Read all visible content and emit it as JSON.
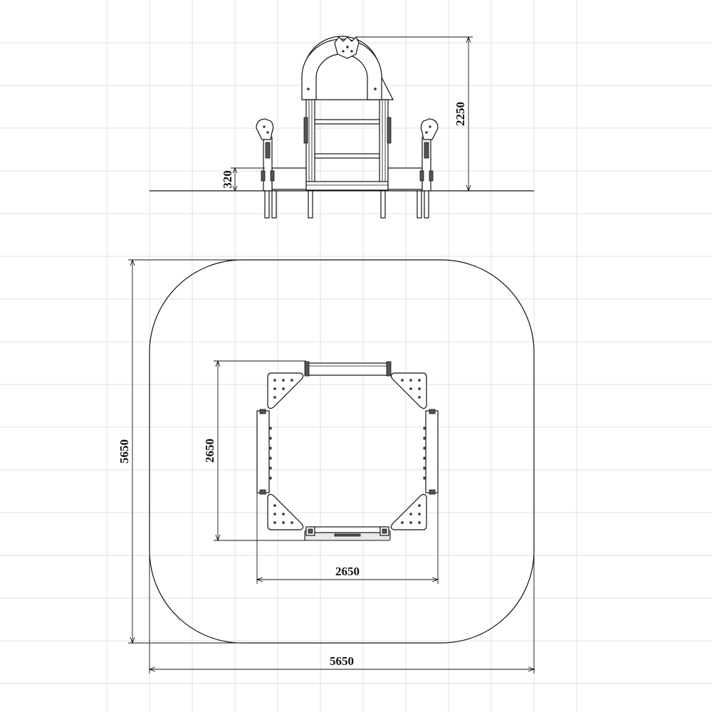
{
  "dimensions": {
    "elevation_height": "2250",
    "elevation_base_height": "320",
    "plan_inner_height": "2650",
    "plan_inner_width": "2650",
    "plan_outer_height": "5650",
    "plan_outer_width": "5650"
  },
  "colors": {
    "ink": "#111111",
    "grid": "#d6d6d6",
    "background": "#ffffff"
  }
}
